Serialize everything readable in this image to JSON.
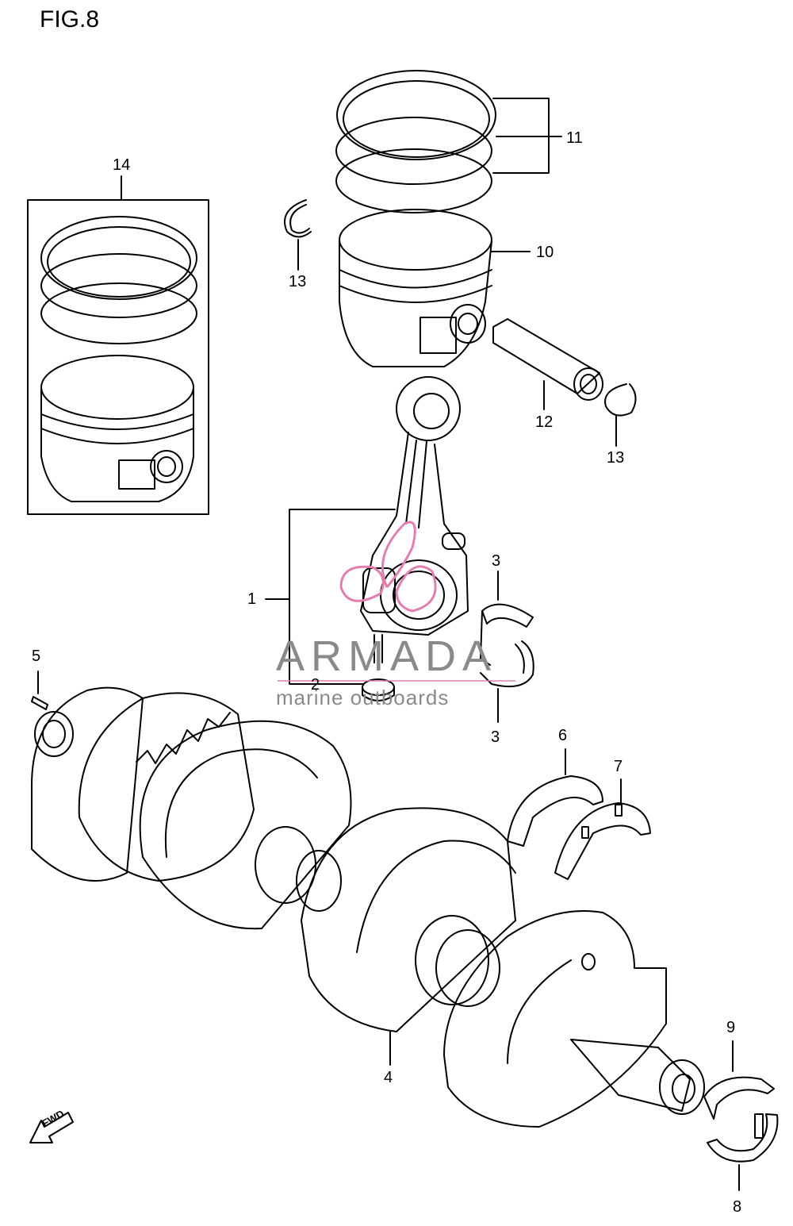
{
  "figure": {
    "title": "FIG.8"
  },
  "callouts": [
    {
      "id": "1",
      "text": "1"
    },
    {
      "id": "2",
      "text": "2"
    },
    {
      "id": "3a",
      "text": "3"
    },
    {
      "id": "3b",
      "text": "3"
    },
    {
      "id": "4",
      "text": "4"
    },
    {
      "id": "5",
      "text": "5"
    },
    {
      "id": "6",
      "text": "6"
    },
    {
      "id": "7",
      "text": "7"
    },
    {
      "id": "8",
      "text": "8"
    },
    {
      "id": "9",
      "text": "9"
    },
    {
      "id": "10",
      "text": "10"
    },
    {
      "id": "11",
      "text": "11"
    },
    {
      "id": "12",
      "text": "12"
    },
    {
      "id": "13a",
      "text": "13"
    },
    {
      "id": "13b",
      "text": "13"
    },
    {
      "id": "14",
      "text": "14"
    }
  ],
  "watermark": {
    "brand": "ARMADA",
    "tagline": "marine outboards",
    "logo_color": "#e27fb0",
    "text_color": "#8a8a8a"
  },
  "direction_badge": {
    "text": "FWD"
  },
  "colors": {
    "line": "#000000",
    "background": "#ffffff"
  }
}
